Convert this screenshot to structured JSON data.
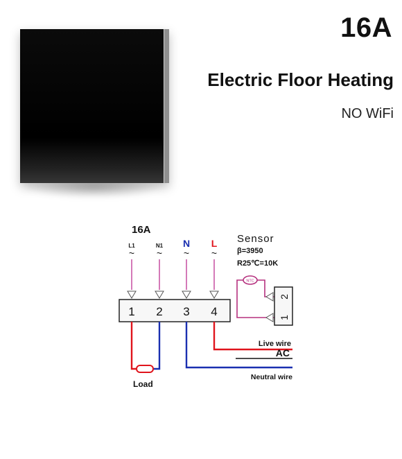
{
  "header": {
    "rating": "16A",
    "product_name": "Electric Floor Heating",
    "connectivity": "NO WiFi"
  },
  "wiring": {
    "rating": "16A",
    "inputs": [
      "L1",
      "N1",
      "N",
      "L"
    ],
    "input_symbol": "~",
    "terminals": [
      "1",
      "2",
      "3",
      "4"
    ],
    "sensor_title": "Sensor",
    "sensor_beta": "β=3950",
    "sensor_r25": "R25℃=10K",
    "sensor_symbol": "NTC",
    "sensor_terminals": [
      "2",
      "1"
    ],
    "live_wire": "Live wire",
    "ac": "AC",
    "neutral_wire": "Neutral wire",
    "load": "Load"
  },
  "colors": {
    "live": "#e0141c",
    "neutral": "#1a2fb0",
    "input": "#c2409a",
    "sensor": "#b5307e"
  }
}
